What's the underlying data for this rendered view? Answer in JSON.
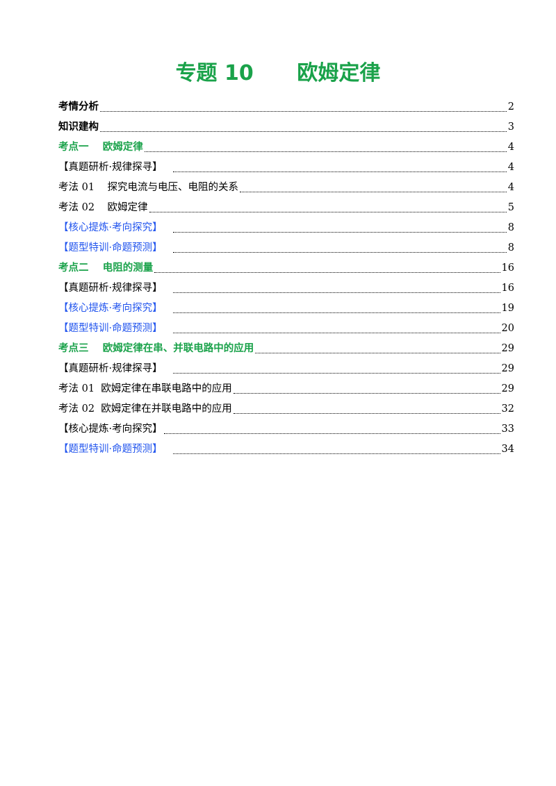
{
  "document": {
    "title": "专题 10      欧姆定律",
    "colors": {
      "green": "#1aa24a",
      "blue": "#2255ee",
      "black": "#000000"
    },
    "toc": [
      {
        "label": "考情分析",
        "page": "2",
        "style": "bold",
        "color": "#000000"
      },
      {
        "label": "知识建构",
        "page": "3",
        "style": "bold",
        "color": "#000000"
      },
      {
        "label": "考点一    欧姆定律",
        "page": "4",
        "style": "bold",
        "color": "#1aa24a"
      },
      {
        "label": "【真题研析·规律探寻】   ",
        "page": "4",
        "style": "normal",
        "color": "#000000"
      },
      {
        "label": "考法 01    探究电流与电压、电阻的关系",
        "page": "4",
        "style": "normal",
        "color": "#000000"
      },
      {
        "label": "考法 02    欧姆定律",
        "page": "5",
        "style": "normal",
        "color": "#000000"
      },
      {
        "label": "【核心提炼·考向探究】   ",
        "page": "8",
        "style": "normal",
        "color": "#2255ee"
      },
      {
        "label": "【题型特训·命题预测】   ",
        "page": "8",
        "style": "normal",
        "color": "#2255ee"
      },
      {
        "label": "考点二    电阻的测量",
        "page": "16",
        "style": "bold",
        "color": "#1aa24a"
      },
      {
        "label": "【真题研析·规律探寻】   ",
        "page": "16",
        "style": "normal",
        "color": "#000000"
      },
      {
        "label": "【核心提炼·考向探究】   ",
        "page": "19",
        "style": "normal",
        "color": "#2255ee"
      },
      {
        "label": "【题型特训·命题预测】   ",
        "page": "20",
        "style": "normal",
        "color": "#2255ee"
      },
      {
        "label": "考点三    欧姆定律在串、并联电路中的应用",
        "page": "29",
        "style": "bold",
        "color": "#1aa24a"
      },
      {
        "label": "【真题研析·规律探寻】   ",
        "page": "29",
        "style": "normal",
        "color": "#000000"
      },
      {
        "label": "考法 01  欧姆定律在串联电路中的应用",
        "page": "29",
        "style": "normal",
        "color": "#000000"
      },
      {
        "label": "考法 02  欧姆定律在并联电路中的应用",
        "page": "32",
        "style": "normal",
        "color": "#000000"
      },
      {
        "label": "【核心提炼·考向探究】",
        "page": "33",
        "style": "normal",
        "color": "#000000"
      },
      {
        "label": "【题型特训·命题预测】   ",
        "page": "34",
        "style": "normal",
        "color": "#2255ee"
      }
    ]
  }
}
